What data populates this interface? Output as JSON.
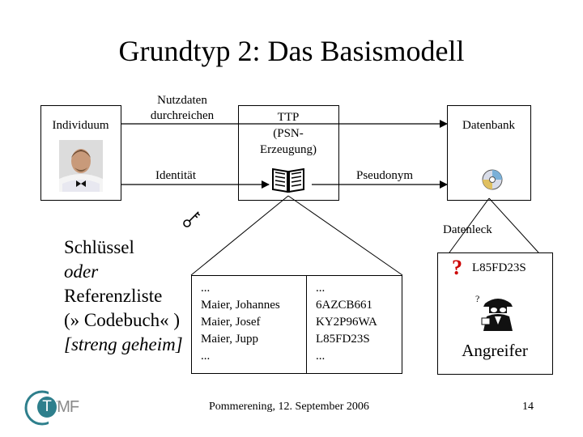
{
  "title": "Grundtyp 2: Das Basismodell",
  "individual": {
    "label": "Individuum"
  },
  "arrow_top": {
    "label_line1": "Nutzdaten",
    "label_line2": "durchreichen"
  },
  "ttp": {
    "line1": "TTP",
    "line2": "(PSN-",
    "line3": "Erzeugung)"
  },
  "database": {
    "label": "Datenbank"
  },
  "identity_label": "Identität",
  "pseudonym_label": "Pseudonym",
  "leak_label": "Datenleck",
  "key_list": {
    "line1": "Schlüssel",
    "line2": "oder",
    "line3": "Referenzliste",
    "line4": "(» Codebuch« )",
    "line5": "[streng geheim]"
  },
  "names_table": [
    "...",
    "Maier, Johannes",
    "Maier, Josef",
    "Maier, Jupp",
    "..."
  ],
  "codes_table": [
    "...",
    "6AZCB661",
    "KY2P96WA",
    "L85FD23S",
    "..."
  ],
  "attacker": {
    "code": "L85FD23S",
    "label": "Angreifer",
    "question_mark": "?"
  },
  "footer": {
    "author_date": "Pommerening, 12. September 2006",
    "page": "14",
    "logo_text": "TMF",
    "logo_t": "T"
  },
  "colors": {
    "leak_question": "#cc0000",
    "logo_teal": "#2e7f8c"
  }
}
